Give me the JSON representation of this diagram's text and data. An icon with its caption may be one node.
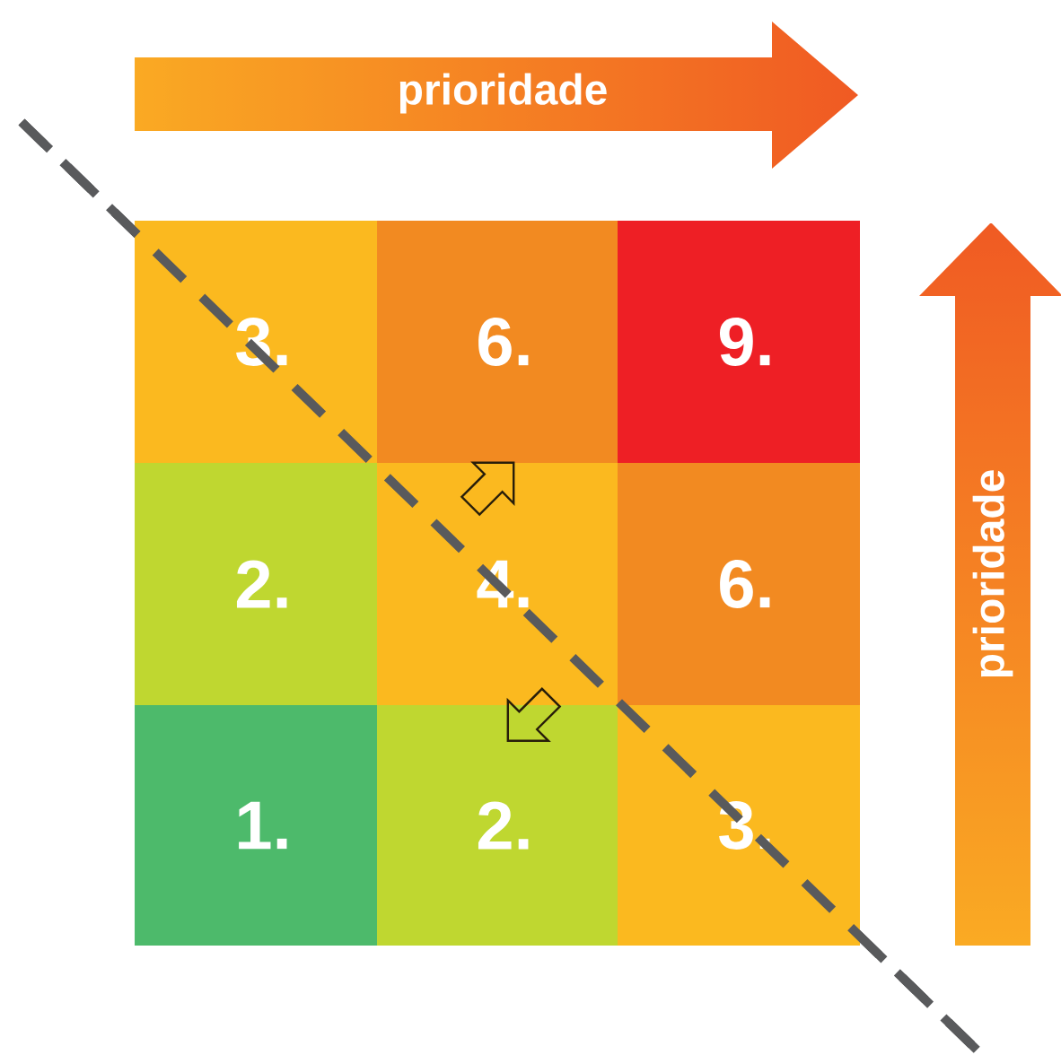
{
  "diagram": {
    "nodes": [
      {
        "text": [
          "prioridade"
        ]
      },
      {
        "text": [
          "3."
        ]
      },
      {
        "text": [
          "6."
        ]
      },
      {
        "text": [
          "9."
        ]
      },
      {
        "text": [
          "2."
        ]
      },
      {
        "text": [
          "4."
        ]
      },
      {
        "text": [
          "6."
        ]
      },
      {
        "text": [
          "1."
        ]
      },
      {
        "text": [
          "2."
        ]
      },
      {
        "text": [
          "3."
        ]
      },
      {
        "text": [
          "prioridade"
        ]
      }
    ],
    "edges": [
      {
        "from": 5,
        "to": 2,
        "arrow": "to"
      },
      {
        "from": 5,
        "to": 8,
        "arrow": "to"
      }
    ]
  }
}
